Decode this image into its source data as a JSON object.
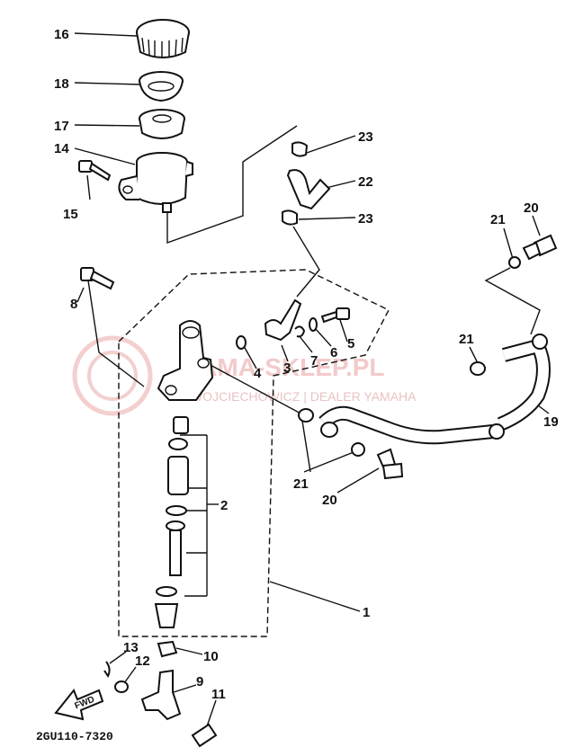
{
  "watermark": {
    "brand": "YAMA-SKLEP.PL",
    "subtitle": "WOJCIECHOWICZ | DEALER YAMAHA",
    "color": "#e8a0a0"
  },
  "diagram_code": "2GU110-7320",
  "fwd_label": "FWD",
  "callouts": [
    {
      "n": "16"
    },
    {
      "n": "18"
    },
    {
      "n": "17"
    },
    {
      "n": "14"
    },
    {
      "n": "15"
    },
    {
      "n": "23"
    },
    {
      "n": "22"
    },
    {
      "n": "23"
    },
    {
      "n": "21"
    },
    {
      "n": "20"
    },
    {
      "n": "8"
    },
    {
      "n": "5"
    },
    {
      "n": "6"
    },
    {
      "n": "7"
    },
    {
      "n": "3"
    },
    {
      "n": "4"
    },
    {
      "n": "21"
    },
    {
      "n": "19"
    },
    {
      "n": "2"
    },
    {
      "n": "21"
    },
    {
      "n": "20"
    },
    {
      "n": "1"
    },
    {
      "n": "13"
    },
    {
      "n": "10"
    },
    {
      "n": "12"
    },
    {
      "n": "9"
    },
    {
      "n": "11"
    }
  ]
}
